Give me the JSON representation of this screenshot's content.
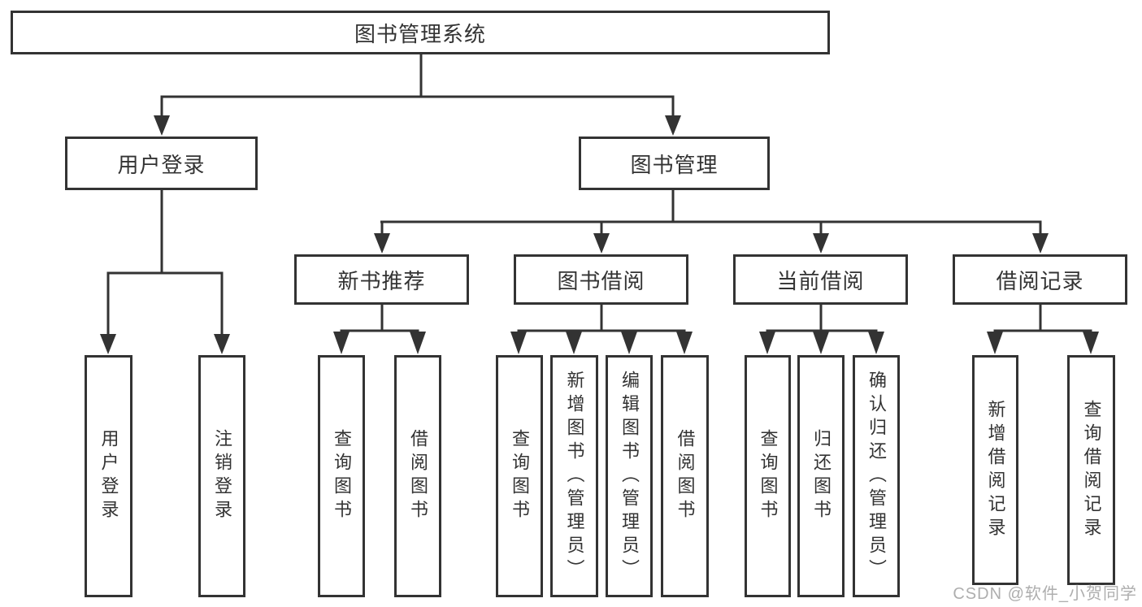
{
  "diagram": {
    "title": "图书管理系统",
    "level2": [
      "用户登录",
      "图书管理"
    ],
    "level3": [
      "新书推荐",
      "图书借阅",
      "当前借阅",
      "借阅记录"
    ],
    "level4": {
      "under_user_login": [
        "用户登录",
        "注销登录"
      ],
      "under_new_books": [
        "查询图书",
        "借阅图书"
      ],
      "under_book_borrow": [
        "查询图书",
        "新增图书（管理员）",
        "编辑图书（管理员）",
        "借阅图书"
      ],
      "under_current_borrow": [
        "查询图书",
        "归还图书",
        "确认归还（管理员）"
      ],
      "under_borrow_records": [
        "新增借阅记录",
        "查询借阅记录"
      ]
    }
  },
  "watermark": "CSDN @软件_小贺同学",
  "colors": {
    "line": "#333333",
    "box_border": "#333333",
    "text": "#333333",
    "watermark": "#aeaeae",
    "background": "#ffffff"
  }
}
